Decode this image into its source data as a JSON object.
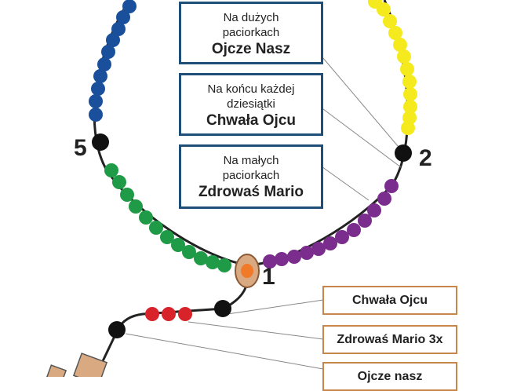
{
  "info_boxes": {
    "large_beads": {
      "line1": "Na dużych",
      "line2": "paciorkach",
      "bold": "Ojcze Nasz"
    },
    "decade_end": {
      "line1": "Na końcu każdej",
      "line2": "dziesiątki",
      "bold": "Chwała Ojcu"
    },
    "small_beads": {
      "line1": "Na małych",
      "line2": "paciorkach",
      "bold": "Zdrowaś Mario"
    }
  },
  "legend": {
    "glory_be": "Chwała Ojcu",
    "hail_mary_3x": "Zdrowaś Mario 3x",
    "our_father": "Ojcze nasz"
  },
  "mystery_numbers": {
    "one": "1",
    "two": "2",
    "five": "5"
  },
  "colors": {
    "blue_decade": "#1a4f9c",
    "yellow_decade": "#f5ea1e",
    "purple_decade": "#7b2d8e",
    "green_decade": "#1f9a46",
    "red_beads": "#d8232a",
    "large_bead": "#111111",
    "medallion": "#d9a982",
    "box_border": "#1f4e79",
    "legend_border": "#c8864a"
  }
}
